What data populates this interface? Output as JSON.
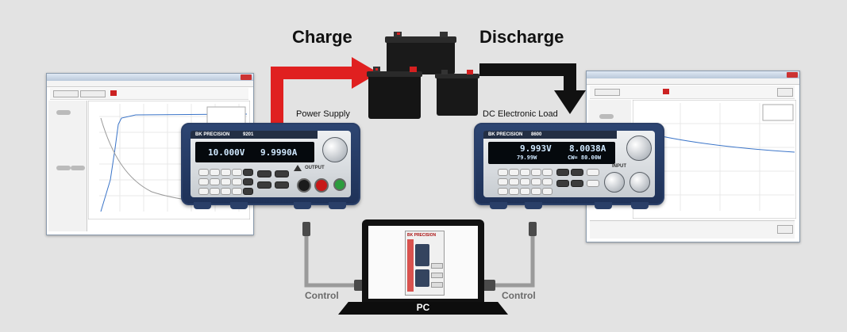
{
  "labels": {
    "charge": "Charge",
    "discharge": "Discharge",
    "power_supply": "Power Supply",
    "dc_load": "DC Electronic Load",
    "control_left": "Control",
    "control_right": "Control",
    "pc": "PC"
  },
  "power_supply": {
    "brand": "BK PRECISION",
    "model": "9201",
    "display_voltage": "10.000V",
    "display_current": "9.9990A",
    "output_label": "OUTPUT"
  },
  "dc_load": {
    "brand": "BK PRECISION",
    "model": "8600",
    "display_voltage": "9.993V",
    "display_current": "8.0038A",
    "display_sub_left": "79.99W",
    "display_sub_right": "CW= 80.00W",
    "input_label": "INPUT"
  },
  "laptop_screen": {
    "brand": "BK PRECISION"
  },
  "colors": {
    "charge_arrow": "#e02020",
    "discharge_arrow": "#111111",
    "instrument_frame": "#2a3f68",
    "background": "#e3e3e3"
  }
}
